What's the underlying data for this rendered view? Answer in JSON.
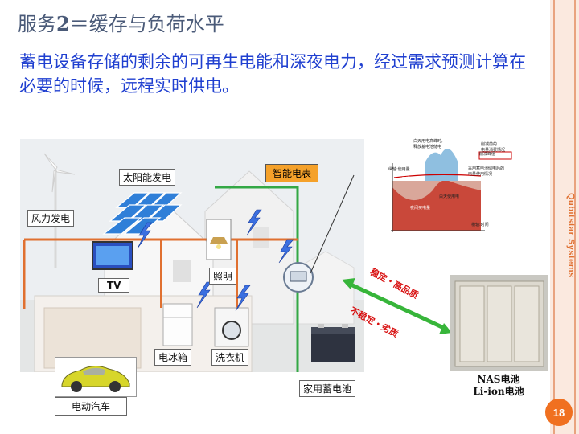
{
  "title_prefix": "服务",
  "title_num": "2",
  "title_rest": "＝缓存与负荷水平",
  "subtitle": "蓄电设备存储的剩余的可再生电能和深夜电力，经过需求预测计算在必要的时候，远程实时供电。",
  "sidebar_text": "Qubitstar Systems",
  "page_number": "18",
  "labels": {
    "solar": "太阳能发电",
    "smart_meter": "智能电表",
    "wind": "风力发电",
    "tv": "TV",
    "lighting": "照明",
    "fridge": "电冰箱",
    "washer": "洗衣机",
    "home_battery": "家用蓄电池",
    "ev": "电动汽车",
    "nas": "NAS电池",
    "liion": "Li-ion电池"
  },
  "arrow_labels": {
    "stable": "稳定・高品质",
    "unstable": "不稳定・劣质"
  },
  "chart_labels": {
    "ylabel": "纵轴:使用量",
    "xlabel": "横轴:时间",
    "peak": "削减峰值",
    "top_note": "白天用电高峰时,\n释放蓄电池储电",
    "peak_note": "削减前的\n电量消费情况",
    "night_store": "夜间储电",
    "day_use": "白天使用电",
    "battery_note": "采用蓄电池储电后的\n电量使用情况",
    "night_buy": "夜间买电量"
  }
}
